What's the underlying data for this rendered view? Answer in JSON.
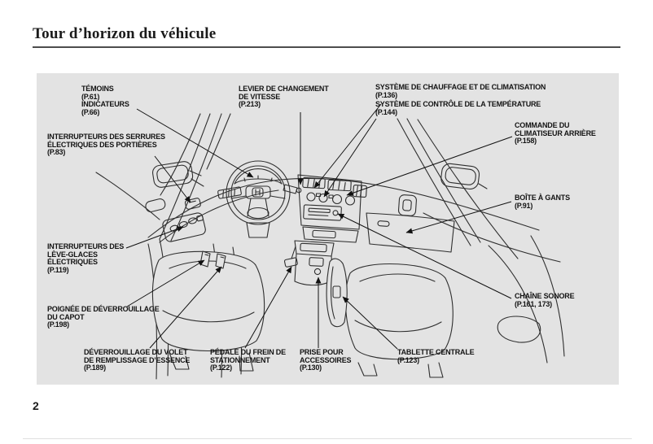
{
  "page": {
    "title": "Tour d’horizon du véhicule",
    "page_number": "2"
  },
  "diagram": {
    "background_color": "#e3e3e3",
    "line_color": "#2f2f2f",
    "illustration": "vehicle-interior-line-drawing",
    "labels": [
      {
        "id": "temoins",
        "text": "TÉMOINS\n(P.61)\nINDICATEURS\n(P.66)"
      },
      {
        "id": "serrures",
        "text": "INTERRUPTEURS DES SERRURES\nÉLECTRIQUES DES PORTIÈRES\n(P.83)"
      },
      {
        "id": "leve-glaces",
        "text": "INTERRUPTEURS DES\nLÈVE-GLACES\nÉLECTRIQUES\n(P.119)"
      },
      {
        "id": "capot",
        "text": "POIGNÉE DE DÉVERROUILLAGE\nDU CAPOT\n(P.198)"
      },
      {
        "id": "volet",
        "text": "DÉVERROUILLAGE DU VOLET\nDE REMPLISSAGE D’ESSENCE\n(P.189)"
      },
      {
        "id": "levier",
        "text": "LEVIER DE CHANGEMENT\nDE VITESSE\n(P.213)"
      },
      {
        "id": "frein",
        "text": "PÉDALE DU FREIN DE\nSTATIONNEMENT\n(P.122)"
      },
      {
        "id": "prise",
        "text": "PRISE POUR\nACCESSOIRES\n(P.130)"
      },
      {
        "id": "tablette",
        "text": "TABLETTE CENTRALE\n(P.123)"
      },
      {
        "id": "chauffage",
        "text": "SYSTÈME DE CHAUFFAGE ET DE CLIMATISATION\n(P.136)"
      },
      {
        "id": "controle",
        "text": "SYSTÈME DE CONTRÔLE DE LA TEMPÉRATURE\n(P.144)"
      },
      {
        "id": "commande",
        "text": "COMMANDE DU\nCLIMATISEUR ARRIÈRE\n(P.158)"
      },
      {
        "id": "boite",
        "text": "BOÎTE À GANTS\n(P.91)"
      },
      {
        "id": "chaine",
        "text": "CHAÎNE SONORE\n(P.161, 173)"
      }
    ]
  }
}
